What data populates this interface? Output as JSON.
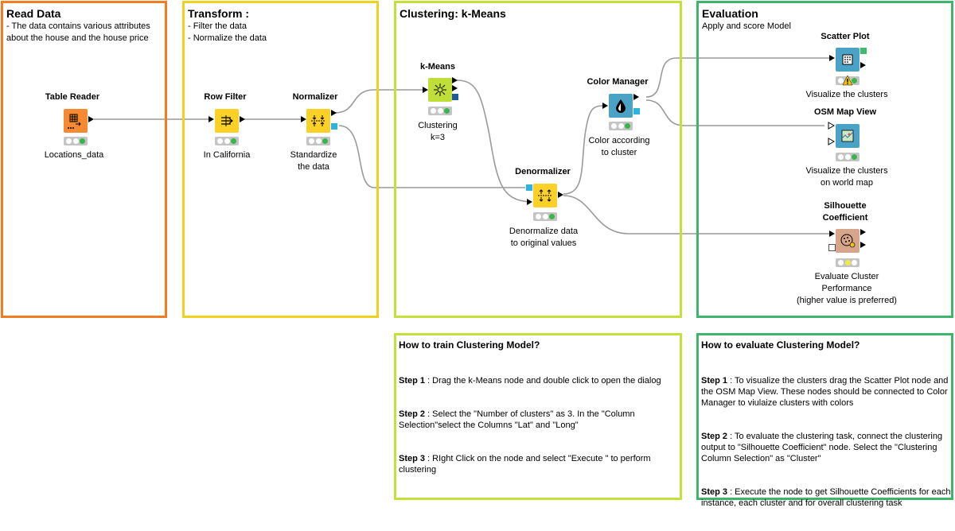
{
  "boxes": {
    "read_data": {
      "title": "Read Data",
      "body": " - The data contains various attributes\nabout the house and the house price"
    },
    "transform": {
      "title": "Transform  :",
      "body": "- Filter the data\n- Normalize the data"
    },
    "clustering": {
      "title": "Clustering: k-Means",
      "body": ""
    },
    "evaluation": {
      "title": "Evaluation",
      "body": " Apply and score Model"
    }
  },
  "nodes": {
    "table_reader": {
      "label": "Table Reader",
      "desc": "Locations_data"
    },
    "row_filter": {
      "label": "Row Filter",
      "desc": "In California"
    },
    "normalizer": {
      "label": "Normalizer",
      "desc": "Standardize\nthe data"
    },
    "kmeans": {
      "label": "k-Means",
      "desc": "Clustering\nk=3"
    },
    "denormalizer": {
      "label": "Denormalizer",
      "desc": "Denormalize data\nto original values"
    },
    "color_manager": {
      "label": "Color Manager",
      "desc": "Color according\nto cluster"
    },
    "scatter_plot": {
      "label": "Scatter Plot",
      "desc": "Visualize the clusters"
    },
    "osm_map": {
      "label": "OSM Map View",
      "desc": "Visualize the clusters\non world map"
    },
    "silhouette": {
      "label": "Silhouette\nCoefficient",
      "desc": "Evaluate Cluster\nPerformance\n(higher value is preferred)"
    }
  },
  "help": {
    "train": {
      "title": "How to train Clustering Model?",
      "steps": [
        {
          "label": "Step 1",
          "text": " : Drag the k-Means node and double click to open the dialog"
        },
        {
          "label": "Step 2",
          "text": " : Select the \"Number of clusters\" as 3. In the \"Column Selection\"select the Columns \"Lat\" and \"Long\""
        },
        {
          "label": "Step 3",
          "text": " : RIght Click on the node and select \"Execute \" to perform clustering"
        }
      ]
    },
    "evaluate": {
      "title": "How to evaluate Clustering Model?",
      "steps": [
        {
          "label": "Step 1",
          "text": " : To visualize the clusters drag the Scatter Plot node and the OSM Map View. These nodes should be connected to Color Manager to viulaize clusters with colors"
        },
        {
          "label": "Step 2",
          "text": " : To evaluate the clustering task, connect the clustering output to \"Silhouette Coefficient\" node. Select the \"Clustering Column Selection\" as \"Cluster\""
        },
        {
          "label": "Step 3",
          "text": " : Execute the node to get Silhouette Coefficients for each instance, each cluster and for overall clustering task"
        }
      ]
    }
  },
  "colors": {
    "read_border": "#f47b20",
    "transform_border": "#f0d21e",
    "clustering_border": "#c6df3a",
    "evaluation_border": "#3fb56b",
    "source_node": "#f58a32",
    "manipulator_node": "#fbd027",
    "learner_node": "#bfde37",
    "visualizer_node": "#4aa3c6",
    "other_node": "#d6a58c",
    "port_blue": "#2bb4e0",
    "port_green": "#3fbb6e",
    "port_navy": "#1d5b9c",
    "status_green": "#39b54a",
    "status_yellow": "#f1e94a"
  }
}
